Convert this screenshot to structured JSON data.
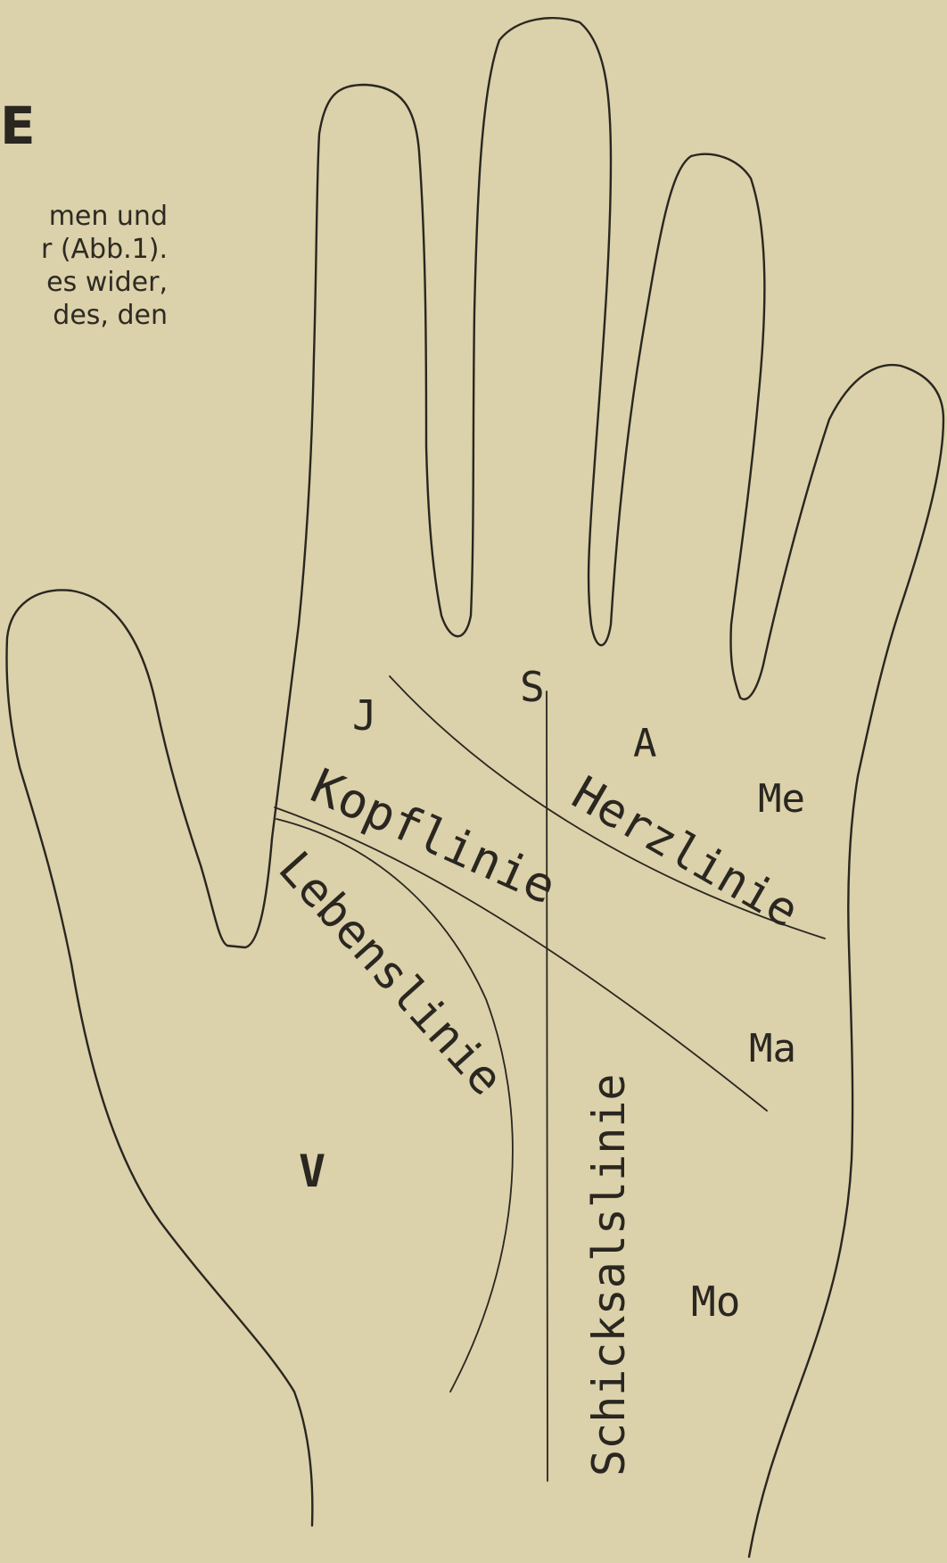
{
  "page_text": {
    "heading": "E",
    "lines": [
      "men und",
      "r (Abb.1).",
      "es wider,",
      "des, den"
    ]
  },
  "mounts": {
    "jupiter": "J",
    "saturn": "S",
    "apollo": "A",
    "mercury": "Me",
    "mars": "Ma",
    "venus": "V",
    "moon": "Mo"
  },
  "lines": {
    "heart": "Herzlinie",
    "head": "Kopflinie",
    "life": "Lebenslinie",
    "fate": "Schicksalslinie"
  }
}
